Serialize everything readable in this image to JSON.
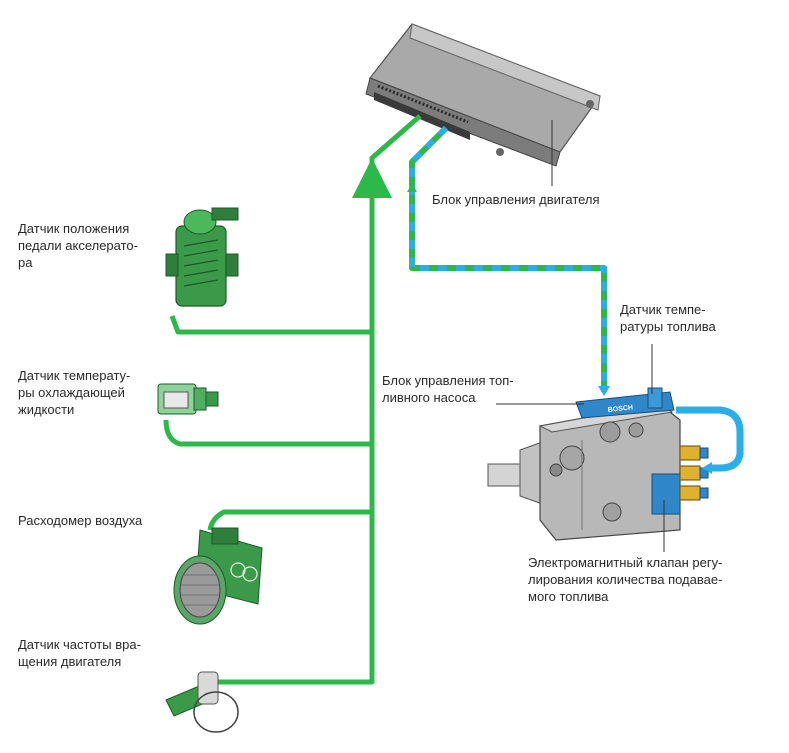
{
  "labels": {
    "ecu": "Блок управления двигателя",
    "pedal": "Датчик положения\nпедали акселерато-\nра",
    "coolant": "Датчик температу-\nры охлаждающей\nжидкости",
    "maf": "Расходомер воздуха",
    "rpm": "Датчик частоты вра-\nщения двигателя",
    "fuel_temp": "Датчик темпе-\nратуры топлива",
    "pump_ecu": "Блок управления топ-\nливного насоса",
    "solenoid": "Электромагнитный клапан регу-\nлирования количества подавае-\nмого топлива"
  },
  "pump_brand": "BOSCH",
  "colors": {
    "wire_green": "#2db84a",
    "wire_blue": "#29aee8",
    "ecu_body": "#9a9a9a",
    "sensor_green": "#3a9a4a",
    "pump_body": "#b8b8b8",
    "pump_ecu": "#2f86c8"
  }
}
